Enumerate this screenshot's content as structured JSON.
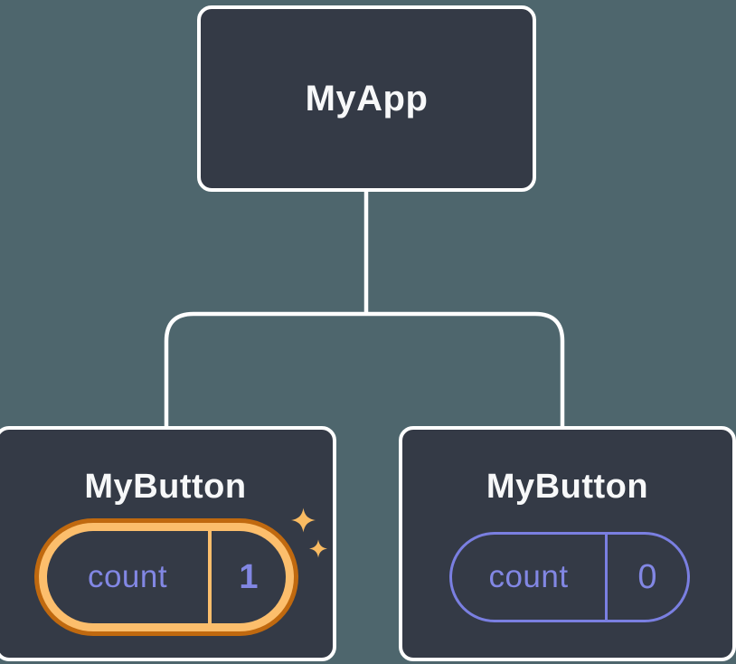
{
  "diagram": {
    "type": "component-tree",
    "root": {
      "label": "MyApp"
    },
    "children": [
      {
        "label": "MyButton",
        "state_name": "count",
        "state_value": "1",
        "highlighted": true
      },
      {
        "label": "MyButton",
        "state_name": "count",
        "state_value": "0",
        "highlighted": false
      }
    ],
    "icons": [
      "sparkle-icon-large",
      "sparkle-icon-small"
    ],
    "colors": {
      "background": "#4e666d",
      "node_fill": "#343a46",
      "node_border": "#ffffff",
      "connector": "#ffffff",
      "title_text": "#f7f8f9",
      "state_text": "#8287e4",
      "plain_pill_border": "#7a7fe1",
      "highlight_gold": "#fcbe6c",
      "highlight_orange": "#c0690f",
      "sparkle": "#f9bb62"
    }
  }
}
